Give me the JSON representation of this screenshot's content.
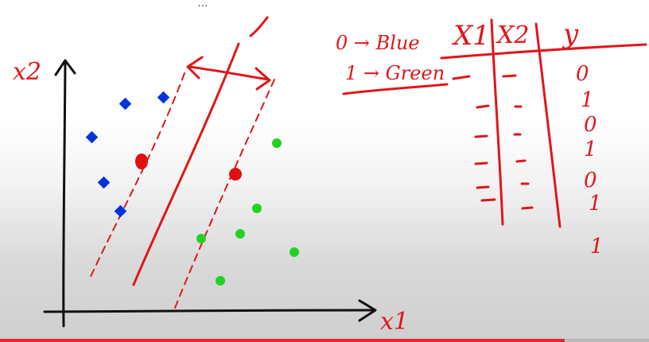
{
  "top_caption_fragment": "…",
  "axes": {
    "y_label": "x2",
    "x_label": "x1"
  },
  "legend_notes": [
    {
      "text": "0 → Blue"
    },
    {
      "text": "1 → Green"
    }
  ],
  "table": {
    "headers": [
      "X1",
      "X2",
      "y"
    ],
    "x1_marks": [
      "-",
      "-",
      "-",
      "-",
      "-",
      "-"
    ],
    "x2_marks": [
      "-",
      "-",
      "-",
      "-",
      "-",
      "-"
    ],
    "y_values": [
      "0",
      "1",
      "0",
      "1",
      "0",
      "1",
      "1"
    ]
  },
  "colors": {
    "ink_red": "#e0161b",
    "ink_black": "#111111",
    "blue_point": "#0033dd",
    "green_point": "#21d321",
    "support_vector": "#e01010"
  },
  "video_progress": 0.87
}
